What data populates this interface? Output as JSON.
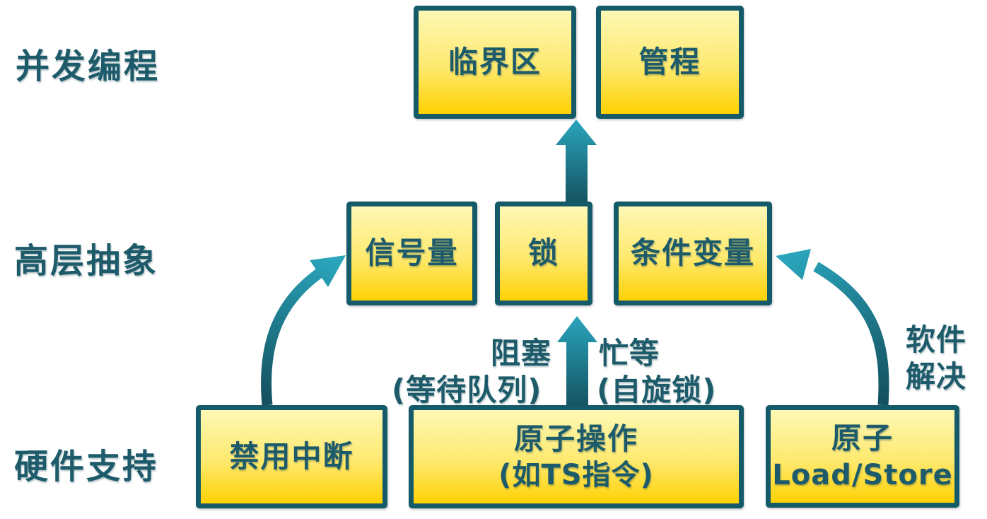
{
  "layers": {
    "top": {
      "row_label": "并发编程",
      "boxes": [
        {
          "id": "critical-section",
          "label": "临界区"
        },
        {
          "id": "monitor",
          "label": "管程"
        }
      ]
    },
    "middle": {
      "row_label": "高层抽象",
      "boxes": [
        {
          "id": "semaphore",
          "label": "信号量"
        },
        {
          "id": "lock",
          "label": "锁"
        },
        {
          "id": "condition-variable",
          "label": "条件变量"
        }
      ]
    },
    "bottom": {
      "row_label": "硬件支持",
      "boxes": [
        {
          "id": "disable-interrupts",
          "label": "禁用中断"
        },
        {
          "id": "atomic-operation",
          "label": "原子操作",
          "sublabel": "(如TS指令)"
        },
        {
          "id": "atomic-load-store",
          "label": "原子",
          "sublabel": "Load/Store"
        }
      ]
    }
  },
  "arrow_labels": {
    "blocking": "阻塞",
    "blocking_detail": "(等待队列)",
    "busy_waiting": "忙等",
    "busy_waiting_detail": "(自旋锁)",
    "software_line1": "软件",
    "software_line2": "解决"
  },
  "colors": {
    "text_color": "#1D5B6B",
    "box_border": "#155A68",
    "box_fill_top": "#FDF8B5",
    "box_fill_mid": "#FEE96E",
    "box_fill_bottom": "#FFD103",
    "arrow_head": "#2AA5BC",
    "arrow_tail": "#14505E"
  }
}
